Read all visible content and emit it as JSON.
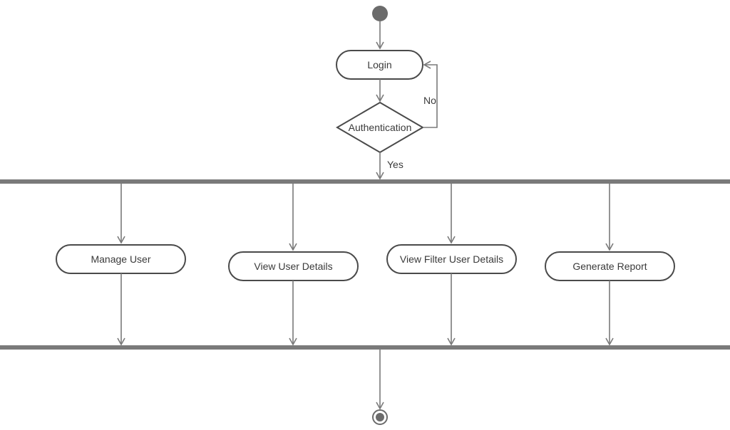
{
  "diagram": {
    "colors": {
      "stroke": "#4a4a4a",
      "edge": "#7a7a7a",
      "bar": "#7a7a7a",
      "start": "#6b6b6b",
      "text": "#3a3a3a"
    },
    "nodes": {
      "login": "Login",
      "authentication": "Authentication",
      "manage_user": "Manage User",
      "view_user_details": "View User Details",
      "view_filter_user_details": "View Filter User Details",
      "generate_report": "Generate Report"
    },
    "edge_labels": {
      "no": "No",
      "yes": "Yes"
    }
  }
}
